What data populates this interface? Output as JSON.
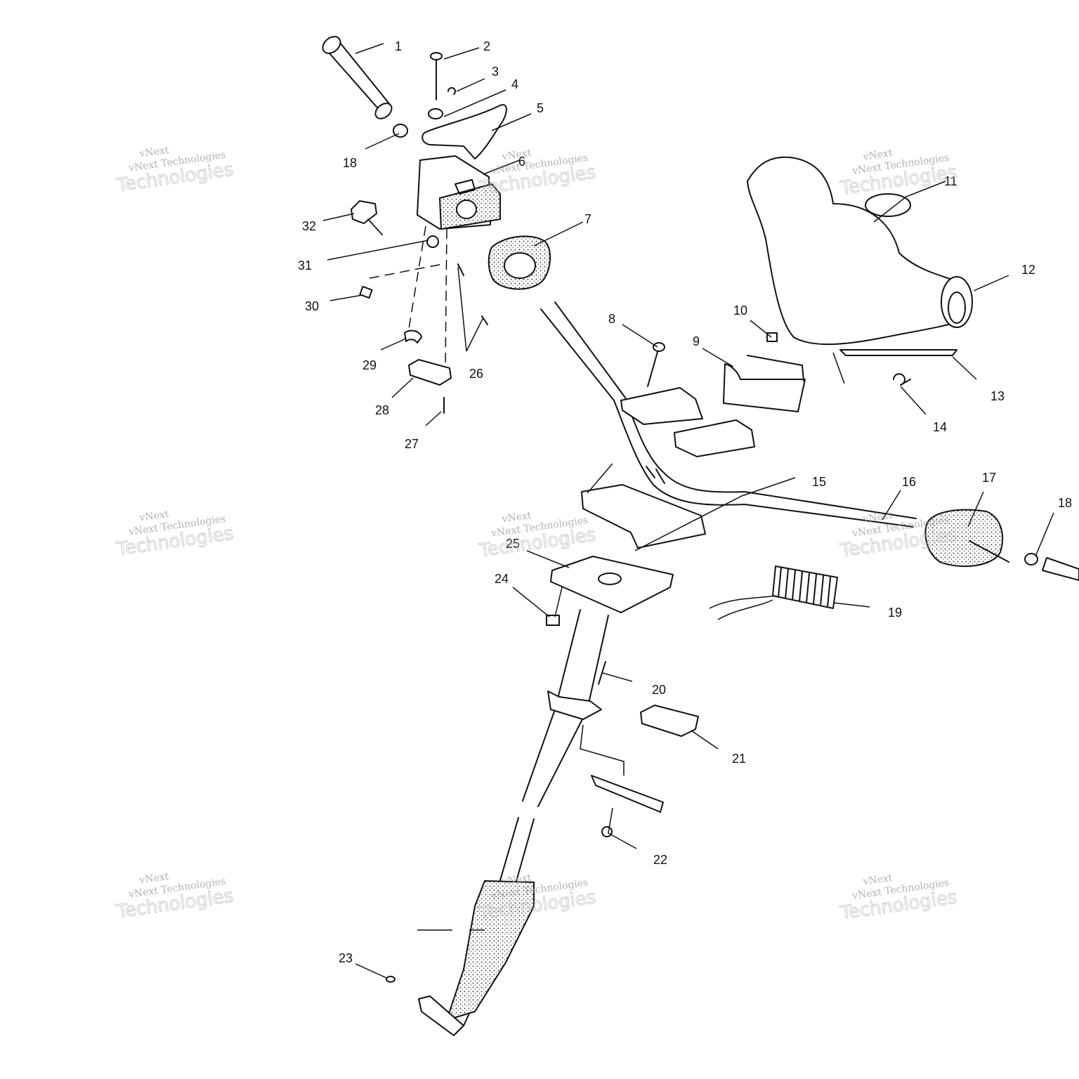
{
  "diagram": {
    "watermark_text": "vNext Technologies",
    "watermark_words": [
      "vNext",
      "Technologies"
    ],
    "callouts": [
      {
        "id": "c1",
        "label": "1"
      },
      {
        "id": "c2",
        "label": "2"
      },
      {
        "id": "c3",
        "label": "3"
      },
      {
        "id": "c4",
        "label": "4"
      },
      {
        "id": "c5",
        "label": "5"
      },
      {
        "id": "c6",
        "label": "6"
      },
      {
        "id": "c7",
        "label": "7"
      },
      {
        "id": "c8",
        "label": "8"
      },
      {
        "id": "c9",
        "label": "9"
      },
      {
        "id": "c10",
        "label": "10"
      },
      {
        "id": "c11",
        "label": "11"
      },
      {
        "id": "c12",
        "label": "12"
      },
      {
        "id": "c13",
        "label": "13"
      },
      {
        "id": "c14",
        "label": "14"
      },
      {
        "id": "c15",
        "label": "15"
      },
      {
        "id": "c16",
        "label": "16"
      },
      {
        "id": "c17",
        "label": "17"
      },
      {
        "id": "c18a",
        "label": "18"
      },
      {
        "id": "c18b",
        "label": "18"
      },
      {
        "id": "c19",
        "label": "19"
      },
      {
        "id": "c20",
        "label": "20"
      },
      {
        "id": "c21",
        "label": "21"
      },
      {
        "id": "c22",
        "label": "22"
      },
      {
        "id": "c23",
        "label": "23"
      },
      {
        "id": "c24",
        "label": "24"
      },
      {
        "id": "c25",
        "label": "25"
      },
      {
        "id": "c26",
        "label": "26"
      },
      {
        "id": "c27",
        "label": "27"
      },
      {
        "id": "c28",
        "label": "28"
      },
      {
        "id": "c29",
        "label": "29"
      },
      {
        "id": "c30",
        "label": "30"
      },
      {
        "id": "c31",
        "label": "31"
      },
      {
        "id": "c32",
        "label": "32"
      }
    ]
  }
}
